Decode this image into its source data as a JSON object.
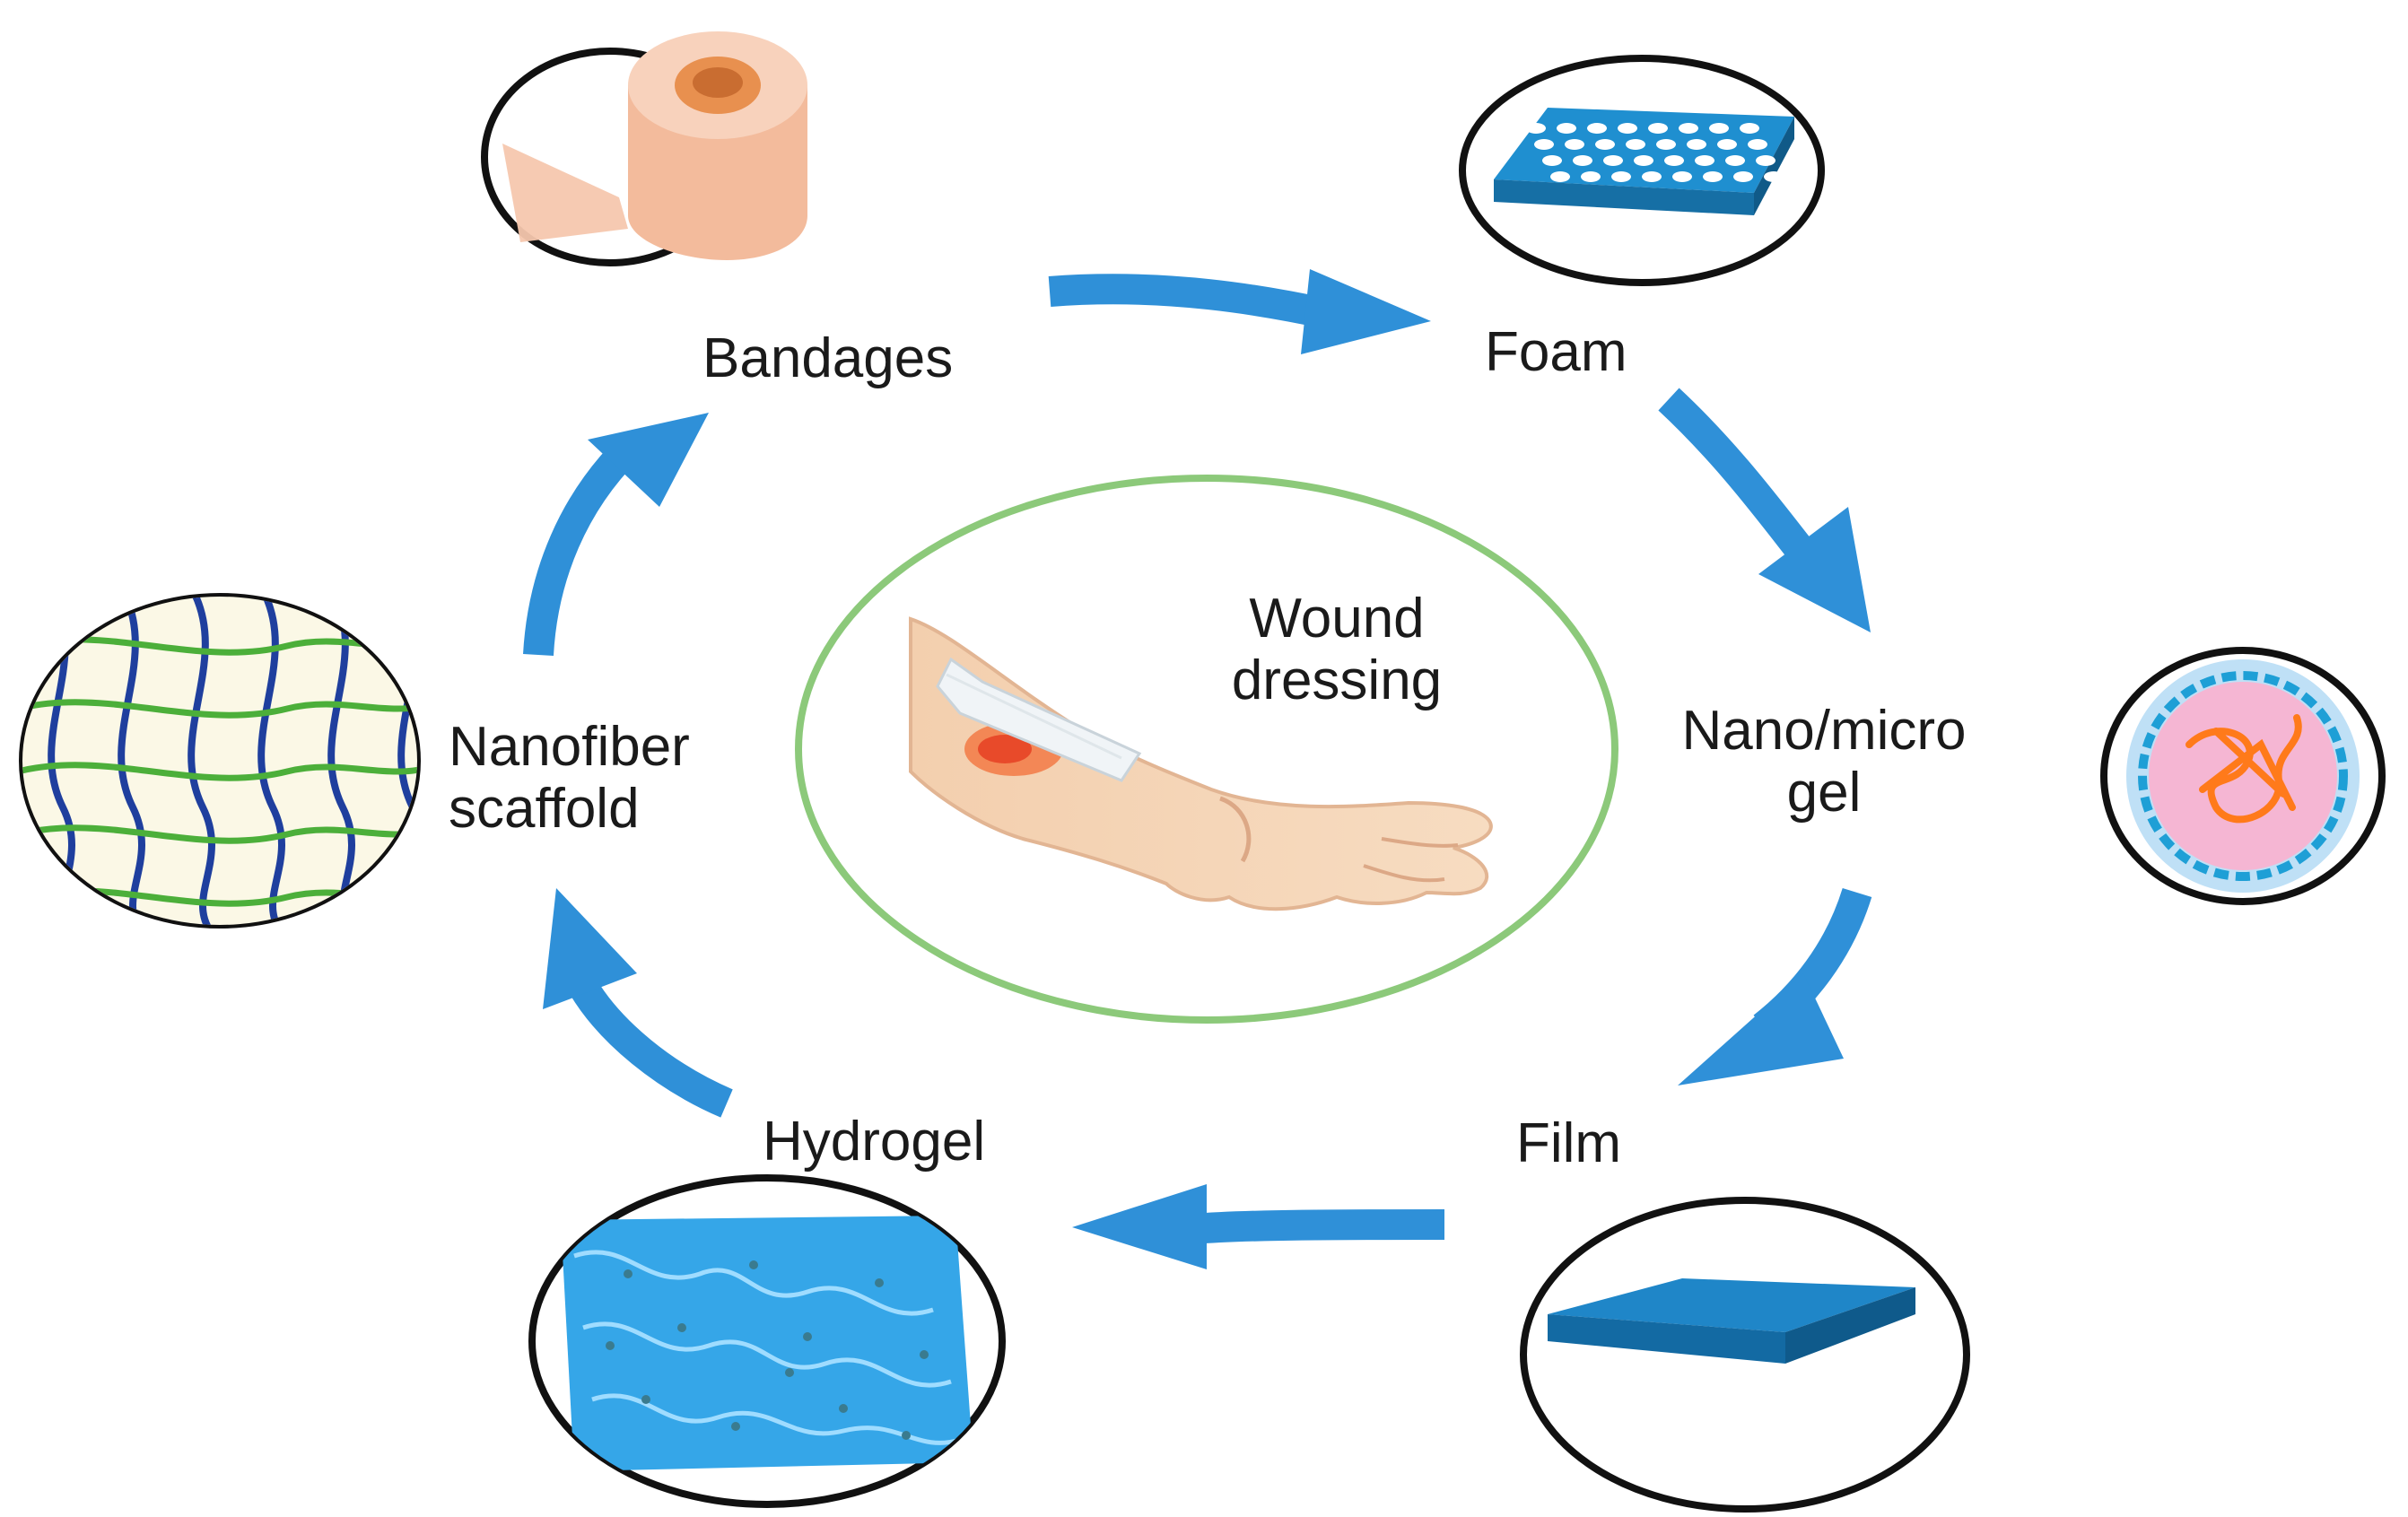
{
  "diagram": {
    "center": {
      "line1": "Wound",
      "line2": "dressing"
    },
    "nodes": [
      {
        "id": "bandages",
        "label_lines": [
          "Bandages"
        ],
        "icon": "bandage-roll-icon"
      },
      {
        "id": "foam",
        "label_lines": [
          "Foam"
        ],
        "icon": "foam-sheet-icon"
      },
      {
        "id": "nanogel",
        "label_lines": [
          "Nano/micro",
          "gel"
        ],
        "icon": "nanogel-particle-icon"
      },
      {
        "id": "film",
        "label_lines": [
          "Film"
        ],
        "icon": "film-sheet-icon"
      },
      {
        "id": "hydrogel",
        "label_lines": [
          "Hydrogel"
        ],
        "icon": "hydrogel-block-icon"
      },
      {
        "id": "nanofiber",
        "label_lines": [
          "Nanofiber",
          "scaffold"
        ],
        "icon": "nanofiber-mesh-icon"
      }
    ],
    "colors": {
      "arrow": "#2f90d8",
      "center_ring": "#8cc97a",
      "icon_outline": "#111111",
      "bandage": "#f6c7ae",
      "bandage_core": "#e8904f",
      "foam": "#1f8fd0",
      "gel_pink": "#f5b6d3",
      "gel_fiber": "#1e9fd6",
      "gel_core": "#ff7a1a",
      "film": "#1f86c8",
      "hydrogel": "#35a6e8",
      "fiber_blue": "#1f3f9e",
      "fiber_green": "#4caf3a"
    }
  }
}
